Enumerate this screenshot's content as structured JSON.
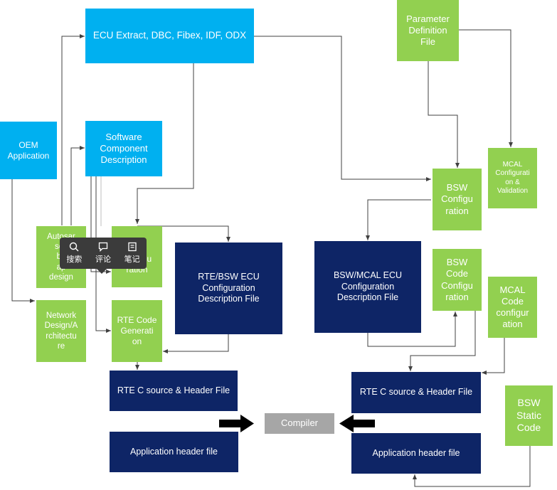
{
  "boxes": {
    "ecu_extract": "ECU Extract, DBC, Fibex, IDF, ODX",
    "parameter_definition": "Parameter\nDefinition\nFile",
    "oem_application": "OEM\nApplication",
    "software_component": "Software\nComponent\nDescription",
    "mcal_config_validation": "MCAL\nConfigurati\non &\nValidation",
    "bsw_configuration": "BSW\nConfigu\nration",
    "autosar_schema": "Autosar\nsch\nba\nap\ndesign",
    "rte_configuration": "Configu\nration",
    "rte_bsw_ecu_config": "RTE/BSW ECU\nConfiguration\nDescription File",
    "bsw_mcal_ecu_config": "BSW/MCAL ECU\nConfiguration\nDescription File",
    "bsw_code_configuration": "BSW\nCode\nConfigu\nration",
    "mcal_code_configuration": "MCAL\nCode\nconfigur\nation",
    "network_design": "Network\nDesign/A\nrchitectu\nre",
    "rte_code_generation": "RTE Code\nGenerati\non",
    "rte_c_source_left": "RTE C source & Header File",
    "rte_c_source_right": "RTE C source & Header File",
    "compiler": "Compiler",
    "application_header_left": "Application header file",
    "application_header_right": "Application header file",
    "bsw_static_code": "BSW\nStatic\nCode"
  },
  "popup": {
    "search": "搜索",
    "comment": "评论",
    "note": "笔记"
  },
  "colors": {
    "blue": "#00b0f0",
    "green": "#92d050",
    "navy": "#0e2566",
    "grey": "#a6a6a6"
  }
}
